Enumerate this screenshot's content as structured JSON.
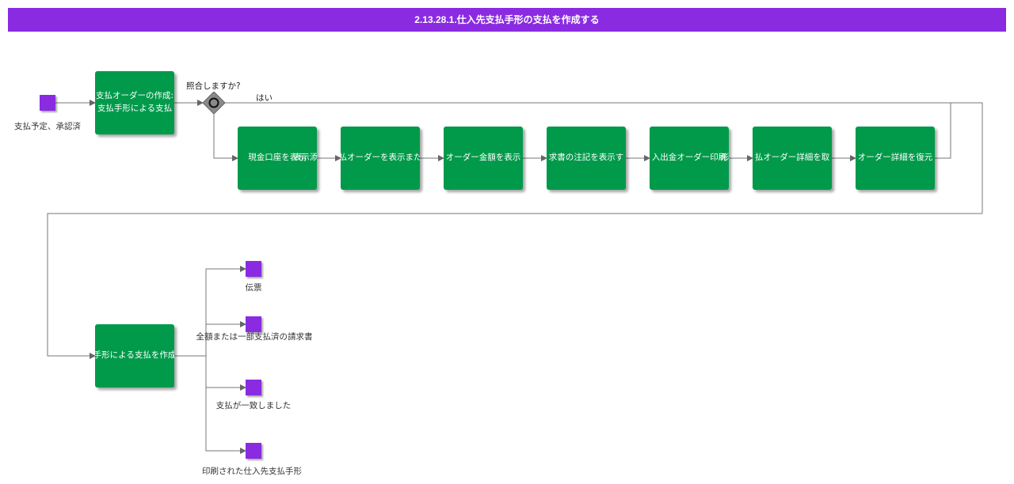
{
  "title": "2.13.28.1.仕入先支払手形の支払を作成する",
  "colors": {
    "header": "#8A2BE2",
    "task": "#009A4A",
    "artifact": "#8A2BE2",
    "connector": "#666666"
  },
  "start_artifact": {
    "label": "支払予定、承認済"
  },
  "tasks": {
    "create_order": {
      "line1": "支払オーダーの作成:",
      "line2": "支払手形による支払"
    },
    "show_cash": "現金口座を表示",
    "show_cash_overlap": "表示添",
    "show_order": "払オーダーを表示また",
    "show_amount": "オーダー金額を表示",
    "show_invoice_note": "求書の注記を表示す",
    "print_inout": "入出金オーダー印刷",
    "print_inout_overlap": "形",
    "order_detail": "払オーダー詳細を取",
    "restore_detail": "オーダー詳細を復元",
    "create_payment": "手形による支払を作成"
  },
  "gateway": {
    "question": "照合しますか?",
    "yes_label": "はい",
    "icon": "circle-icon"
  },
  "end_artifacts": [
    {
      "label": "伝票"
    },
    {
      "label": "全額または一部支払済の請求書"
    },
    {
      "label": "支払が一致しました"
    },
    {
      "label": "印刷された仕入先支払手形"
    }
  ]
}
